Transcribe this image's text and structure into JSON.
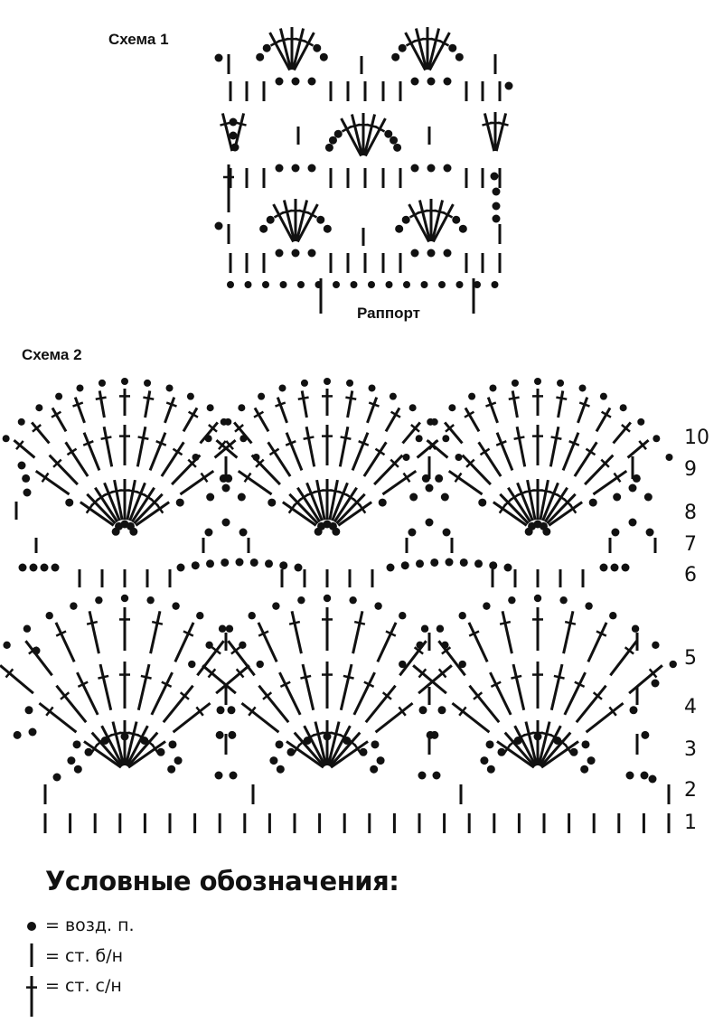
{
  "scheme1": {
    "title": "Схема 1",
    "rapport_label": "Раппорт"
  },
  "scheme2": {
    "title": "Схема 2",
    "row_numbers": [
      "1",
      "2",
      "3",
      "4",
      "5",
      "6",
      "7",
      "8",
      "9",
      "10"
    ]
  },
  "legend": {
    "title": "Условные обозначения:",
    "items": [
      {
        "symbol": "chain-dot",
        "text": "= возд. п."
      },
      {
        "symbol": "single-crochet",
        "text": "= ст. б/н"
      },
      {
        "symbol": "double-crochet",
        "text": "= ст. с/н"
      }
    ]
  },
  "colors": {
    "ink": "#111111",
    "background": "#ffffff"
  }
}
